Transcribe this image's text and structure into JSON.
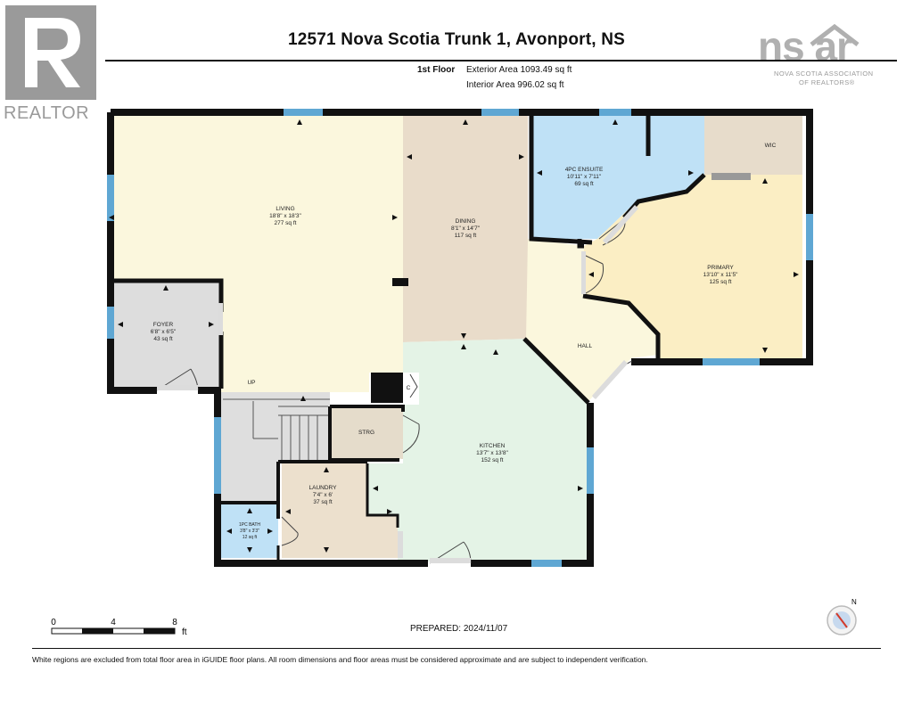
{
  "header": {
    "title": "12571 Nova Scotia Trunk 1, Avonport, NS",
    "floor_label": "1st Floor",
    "exterior_area": "Exterior Area 1093.49 sq ft",
    "interior_area": "Interior Area 996.02 sq ft"
  },
  "logos": {
    "realtor": "REALTOR",
    "nsar": "ns ar",
    "nsar_line1": "NOVA SCOTIA ASSOCIATION",
    "nsar_line2": "OF REALTORS®"
  },
  "rooms": {
    "living": {
      "name": "LIVING",
      "dims": "18'8\" x 18'3\"",
      "area": "277 sq ft"
    },
    "dining": {
      "name": "DINING",
      "dims": "8'1\" x 14'7\"",
      "area": "117 sq ft"
    },
    "ensuite": {
      "name": "4PC ENSUITE",
      "dims": "10'11\" x 7'11\"",
      "area": "69 sq ft"
    },
    "wic": {
      "name": "WIC"
    },
    "primary": {
      "name": "PRIMARY",
      "dims": "13'10\" x 11'5\"",
      "area": "125 sq ft"
    },
    "foyer": {
      "name": "FOYER",
      "dims": "6'8\" x 6'5\"",
      "area": "43 sq ft"
    },
    "hall": {
      "name": "HALL"
    },
    "kitchen": {
      "name": "KITCHEN",
      "dims": "13'7\" x 13'8\"",
      "area": "152 sq ft"
    },
    "strg": {
      "name": "STRG"
    },
    "laundry": {
      "name": "LAUNDRY",
      "dims": "7'4\" x 6'",
      "area": "37 sq ft"
    },
    "bath": {
      "name": "1PC BATH",
      "dims": "3'8\" x 3'3\"",
      "area": "12 sq ft"
    },
    "closet": {
      "name": "C"
    },
    "stairs": {
      "name": "UP"
    }
  },
  "scale": {
    "t0": "0",
    "t1": "4",
    "t2": "8",
    "unit": "ft"
  },
  "compass": {
    "label": "N"
  },
  "footer": {
    "prepared": "PREPARED: 2024/11/07",
    "disclaimer": "White regions are excluded from total floor area in iGUIDE floor plans. All room dimensions and floor areas must be considered approximate and are subject to independent verification."
  },
  "colors": {
    "living": "#fbf7dd",
    "dining": "#e9dcca",
    "ensuite": "#bfe1f6",
    "wic": "#e7dccb",
    "primary": "#fbeec4",
    "foyer": "#dddddd",
    "hall": "#fbf7dd",
    "kitchen": "#e4f3e6",
    "strg": "#e5dccb",
    "laundry": "#ece0cd",
    "bath": "#bfe1f6",
    "window": "#5fa7d3",
    "wall": "#111111"
  }
}
